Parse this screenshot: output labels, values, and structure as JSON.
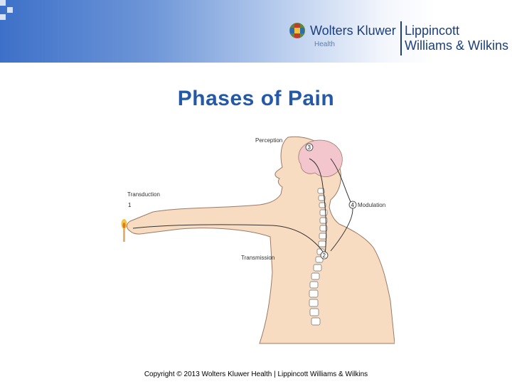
{
  "header": {
    "logo_name": "Wolters Kluwer",
    "logo_sub": "Health",
    "lww_line1": "Lippincott",
    "lww_line2": "Williams & Wilkins"
  },
  "slide": {
    "title": "Phases of Pain"
  },
  "figure": {
    "labels": {
      "perception": "Perception",
      "transduction": "Transduction",
      "modulation": "Modulation",
      "transmission": "Transmission"
    },
    "numbers": {
      "n1": "1",
      "n2": "2",
      "n3": "3",
      "n4": "4"
    },
    "colors": {
      "skin": "#f8dcc2",
      "skin_outline": "#9b7a66",
      "brain": "#f3c6cd",
      "spine": "#ffffff"
    }
  },
  "footer": {
    "copyright": "Copyright © 2013 Wolters Kluwer Health | Lippincott Williams & Wilkins"
  }
}
